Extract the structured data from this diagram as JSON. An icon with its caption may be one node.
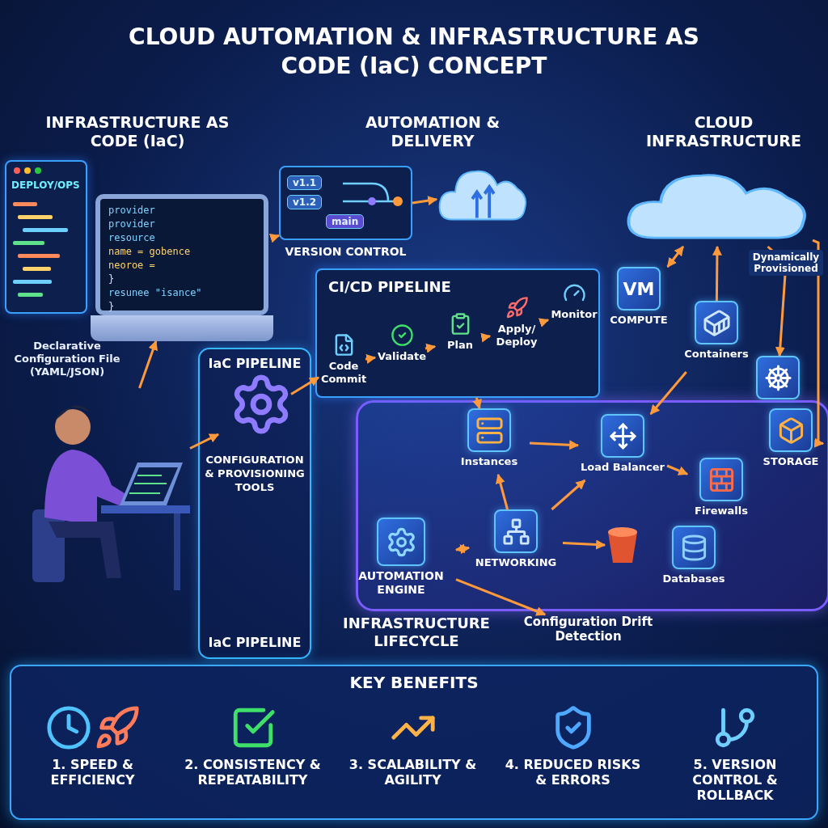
{
  "diagram": {
    "title": "CLOUD AUTOMATION & INFRASTRUCTURE AS CODE (IaC) CONCEPT",
    "nodes": [
      {
        "text": [
          "DEPLOY/OPS"
        ]
      },
      {
        "text": [
          "provider",
          "provider",
          "resource",
          "name = gobence",
          "neoroe =",
          "}",
          "resunee \"isance\"",
          "}"
        ]
      },
      {
        "text": [
          "v1.1",
          "v1.2",
          "main"
        ],
        "beside": [
          "VERSION CONTROL"
        ]
      },
      {
        "text": [],
        "shape": "cloud"
      },
      {
        "text": [],
        "shape": "person"
      },
      {
        "text": [
          "IaC PIPELINE",
          "CONFIGURATION & PROVISIONING TOOLS",
          "IaC PIPELINE"
        ]
      },
      {
        "text": [],
        "shape": "picture",
        "in": 5
      },
      {
        "text": [
          "CI/CD PIPELINE"
        ]
      },
      {
        "text": [
          "Code Commit"
        ],
        "in": 7
      },
      {
        "text": [
          "Validate"
        ],
        "in": 7
      },
      {
        "text": [
          "Plan"
        ],
        "in": 7
      },
      {
        "text": [
          "Apply/ Deploy"
        ],
        "in": 7
      },
      {
        "text": [
          "Monitor"
        ],
        "in": 7
      },
      {
        "text": [],
        "shape": "cloud"
      },
      {
        "text": [
          "VM",
          "COMPUTE"
        ]
      },
      {
        "text": [
          "Containers"
        ]
      },
      {
        "text": [],
        "shape": "box"
      },
      {
        "text": [
          "Instances"
        ]
      },
      {
        "text": [
          "Load Balancer"
        ]
      },
      {
        "text": [
          "NETWORKING"
        ]
      },
      {
        "text": [
          "Firewalls"
        ]
      },
      {
        "text": [
          "STORAGE"
        ]
      },
      {
        "text": [],
        "shape": "cylinder"
      },
      {
        "text": [
          "Databases"
        ]
      },
      {
        "text": [
          "AUTOMATION ENGINE"
        ]
      },
      {
        "text": [
          "Configuration Drift Detection"
        ]
      },
      {
        "text": [
          "KEY BENEFITS"
        ]
      },
      {
        "text": [
          "1. SPEED & EFFICIENCY"
        ],
        "in": 26
      },
      {
        "text": [
          "2. CONSISTENCY & REPEATABILITY"
        ],
        "in": 26
      },
      {
        "text": [
          "3. SCALABILITY & AGILITY"
        ],
        "in": 26
      },
      {
        "text": [
          "4. REDUCED RISKS & ERRORS"
        ],
        "in": 26
      },
      {
        "text": [
          "5. VERSION CONTROL & ROLLBACK"
        ],
        "in": 26
      }
    ],
    "edges": [
      {
        "from": 4,
        "to": 1,
        "arrow": "to"
      },
      {
        "from": 1,
        "to": 2,
        "arrow": "to"
      },
      {
        "from": 2,
        "to": 3,
        "arrow": "to"
      },
      {
        "from": 4,
        "to": 6,
        "arrow": "to"
      },
      {
        "from": 6,
        "to": 8,
        "arrow": "to"
      },
      {
        "from": 8,
        "to": 9,
        "arrow": "to"
      },
      {
        "from": 9,
        "to": 10,
        "arrow": "to"
      },
      {
        "from": 10,
        "to": 11,
        "arrow": "to"
      },
      {
        "from": 11,
        "to": 12,
        "arrow": "to"
      },
      {
        "from": 7,
        "to": 17,
        "arrow": "to"
      },
      {
        "from": 14,
        "to": 13,
        "arrow": "both"
      },
      {
        "from": 15,
        "to": 13,
        "arrow": "to"
      },
      {
        "from": 13,
        "to": 16,
        "arrow": "to",
        "label": "Dynamically Provisioned"
      },
      {
        "from": 15,
        "to": 18,
        "arrow": "to"
      },
      {
        "from": 17,
        "to": 18,
        "arrow": "to"
      },
      {
        "from": 18,
        "to": 20,
        "arrow": "to"
      },
      {
        "from": 19,
        "to": 17,
        "arrow": "to"
      },
      {
        "from": 19,
        "to": 18,
        "arrow": "to"
      },
      {
        "from": 19,
        "to": 22,
        "arrow": "to"
      },
      {
        "from": 24,
        "to": 19,
        "arrow": "both"
      },
      {
        "from": 24,
        "to": 25,
        "arrow": "to"
      },
      {
        "from": 13,
        "to": 21,
        "arrow": "to"
      }
    ],
    "labels": [
      "INFRASTRUCTURE AS CODE (IaC)",
      "AUTOMATION & DELIVERY",
      "CLOUD INFRASTRUCTURE",
      "Declarative Configuration File (YAML/JSON)",
      "INFRASTRUCTURE LIFECYCLE"
    ]
  }
}
